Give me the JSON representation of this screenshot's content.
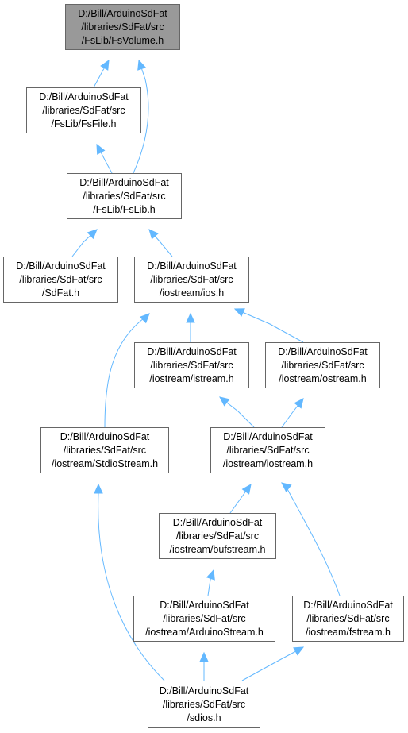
{
  "nodes": [
    {
      "id": "fsvolume",
      "lines": [
        "D:/Bill/ArduinoSdFat",
        "/libraries/SdFat/src",
        "/FsLib/FsVolume.h"
      ],
      "current": true
    },
    {
      "id": "fsfile",
      "lines": [
        "D:/Bill/ArduinoSdFat",
        "/libraries/SdFat/src",
        "/FsLib/FsFile.h"
      ]
    },
    {
      "id": "fslib",
      "lines": [
        "D:/Bill/ArduinoSdFat",
        "/libraries/SdFat/src",
        "/FsLib/FsLib.h"
      ]
    },
    {
      "id": "sdfat",
      "lines": [
        "D:/Bill/ArduinoSdFat",
        "/libraries/SdFat/src",
        "/SdFat.h"
      ]
    },
    {
      "id": "ios",
      "lines": [
        "D:/Bill/ArduinoSdFat",
        "/libraries/SdFat/src",
        "/iostream/ios.h"
      ]
    },
    {
      "id": "istream",
      "lines": [
        "D:/Bill/ArduinoSdFat",
        "/libraries/SdFat/src",
        "/iostream/istream.h"
      ]
    },
    {
      "id": "ostream",
      "lines": [
        "D:/Bill/ArduinoSdFat",
        "/libraries/SdFat/src",
        "/iostream/ostream.h"
      ]
    },
    {
      "id": "stdiostream",
      "lines": [
        "D:/Bill/ArduinoSdFat",
        "/libraries/SdFat/src",
        "/iostream/StdioStream.h"
      ]
    },
    {
      "id": "iostream",
      "lines": [
        "D:/Bill/ArduinoSdFat",
        "/libraries/SdFat/src",
        "/iostream/iostream.h"
      ]
    },
    {
      "id": "bufstream",
      "lines": [
        "D:/Bill/ArduinoSdFat",
        "/libraries/SdFat/src",
        "/iostream/bufstream.h"
      ]
    },
    {
      "id": "arduinostream",
      "lines": [
        "D:/Bill/ArduinoSdFat",
        "/libraries/SdFat/src",
        "/iostream/ArduinoStream.h"
      ]
    },
    {
      "id": "fstream",
      "lines": [
        "D:/Bill/ArduinoSdFat",
        "/libraries/SdFat/src",
        "/iostream/fstream.h"
      ]
    },
    {
      "id": "sdios",
      "lines": [
        "D:/Bill/ArduinoSdFat",
        "/libraries/SdFat/src",
        "/sdios.h"
      ]
    }
  ],
  "edges": [
    [
      "fsfile",
      "fsvolume"
    ],
    [
      "fslib",
      "fsvolume"
    ],
    [
      "fslib",
      "fsfile"
    ],
    [
      "sdfat",
      "fslib"
    ],
    [
      "ios",
      "fslib"
    ],
    [
      "istream",
      "ios"
    ],
    [
      "ostream",
      "ios"
    ],
    [
      "stdiostream",
      "ios"
    ],
    [
      "iostream",
      "istream"
    ],
    [
      "iostream",
      "ostream"
    ],
    [
      "bufstream",
      "iostream"
    ],
    [
      "fstream",
      "iostream"
    ],
    [
      "arduinostream",
      "bufstream"
    ],
    [
      "sdios",
      "stdiostream"
    ],
    [
      "sdios",
      "arduinostream"
    ],
    [
      "sdios",
      "fstream"
    ]
  ],
  "colors": {
    "edge": "#63b8ff",
    "border": "#666666",
    "current_fill": "#999999",
    "fill": "#ffffff"
  }
}
